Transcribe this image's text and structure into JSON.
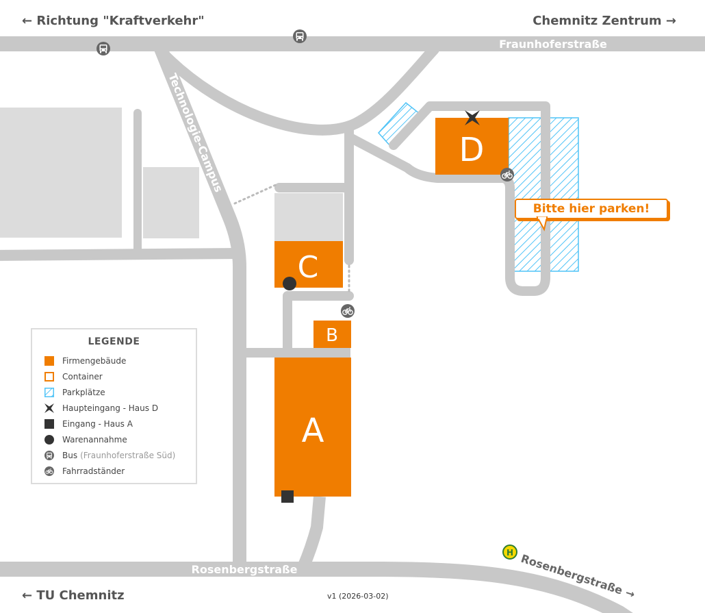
{
  "directions": {
    "top_left": "← Richtung \"Kraftverkehr\"",
    "top_right": "Chemnitz Zentrum →",
    "bottom_left": "← TU Chemnitz"
  },
  "streets": {
    "north": "Fraunhoferstraße",
    "south": "Rosenbergstraße",
    "south_east": "Rosenbergstraße →",
    "campus": "Technologie-Campus"
  },
  "buildings": {
    "a": "A",
    "b": "B",
    "c": "C",
    "d": "D"
  },
  "callout": "Bitte hier parken!",
  "legend": {
    "title": "LEGENDE",
    "items": [
      {
        "icon": "orange-square-icon",
        "label": "Firmengebäude",
        "note": ""
      },
      {
        "icon": "orange-outline-square-icon",
        "label": "Container",
        "note": ""
      },
      {
        "icon": "hatched-square-icon",
        "label": "Parkplätze",
        "note": ""
      },
      {
        "icon": "main-entrance-star-icon",
        "label": "Haupteingang - Haus D",
        "note": ""
      },
      {
        "icon": "dark-square-icon",
        "label": "Eingang - Haus A",
        "note": ""
      },
      {
        "icon": "dark-circle-icon",
        "label": "Warenannahme",
        "note": ""
      },
      {
        "icon": "bus-icon",
        "label": "Bus",
        "note": "(Fraunhoferstraße Süd)"
      },
      {
        "icon": "bicycle-icon",
        "label": "Fahrradständer",
        "note": ""
      }
    ]
  },
  "version": "v1 (2026-03-02)",
  "colors": {
    "building": "#f07d00",
    "road": "#c8c8c8",
    "area": "#dcdcdc",
    "parking": "#4fc3f7",
    "dark": "#333333",
    "haltestelle": "#2e7d32"
  }
}
